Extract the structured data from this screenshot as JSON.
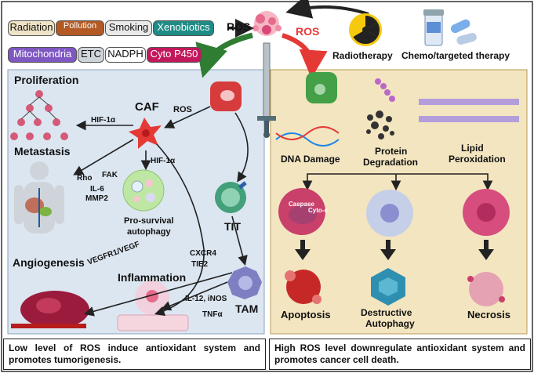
{
  "sources": {
    "radiation": "Radiation",
    "pollution": "Pollution",
    "smoking": "Smoking",
    "xenobiotics": "Xenobiotics",
    "mitochondria": "Mitochondria",
    "etc": "ETC",
    "nadph": "NADPH",
    "cyto_p450": "Cyto P450"
  },
  "center": {
    "ros_left": "ROS",
    "ros_right": "ROS"
  },
  "therapy": {
    "radiotherapy": "Radiotherapy",
    "chemo": "Chemo/targeted therapy"
  },
  "left_panel": {
    "proliferation": "Proliferation",
    "metastasis": "Metastasis",
    "angiogenesis": "Angiogenesis",
    "inflammation": "Inflammation",
    "caf": "CAF",
    "ros": "ROS",
    "hif_left": "HIF-1α",
    "hif_down": "HIF-1α",
    "rho": "Rho",
    "fak": "FAK",
    "il6": "IL-6",
    "mmp2": "MMP2",
    "pro_survival": "Pro-survival",
    "autophagy": "autophagy",
    "tit": "TIT",
    "tam": "TAM",
    "cxcr4": "CXCR4",
    "tie2": "TIE2",
    "vegfr": "VEGFR1/VEGF",
    "il12": "IL-12, iNOS",
    "tnfa": "TNFα"
  },
  "right_panel": {
    "dna_damage": "DNA  Damage",
    "protein": "Protein",
    "degradation": "Degradation",
    "lipid": "Lipid",
    "peroxidation": "Peroxidation",
    "caspase": "Caspase",
    "cyto_c": "Cyto-c",
    "apoptosis": "Apoptosis",
    "destructive": "Destructive",
    "autophagy": "Autophagy",
    "necrosis": "Necrosis"
  },
  "captions": {
    "left": "Low level of ROS induce antioxidant system and promotes tumorigenesis.",
    "right": "High ROS level downregulate antioxidant system and promotes cancer cell death."
  },
  "colors": {
    "left_bg": "#dce6f1",
    "right_bg": "#f3e5c0",
    "green_arrow": "#2e7d32",
    "red_arrow": "#e53935",
    "caf": "#e53935",
    "tit": "#43a07a",
    "tam": "#7d7fc2",
    "cell_pink": "#c9406a",
    "autophagy_blue": "#2f8fb0"
  }
}
